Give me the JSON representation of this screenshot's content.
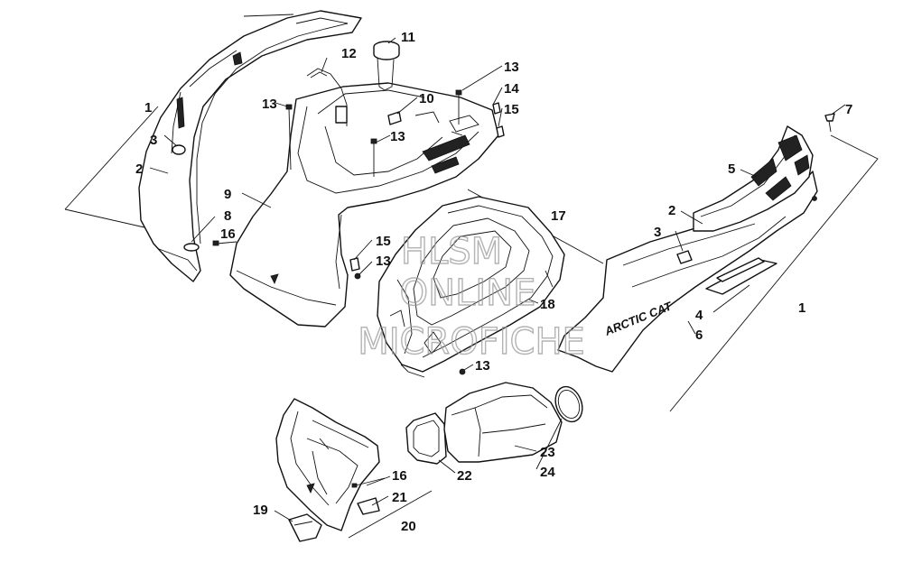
{
  "diagram": {
    "callouts": [
      {
        "id": "c1a",
        "text": "1"
      },
      {
        "id": "c2a",
        "text": "2"
      },
      {
        "id": "c3a",
        "text": "3"
      },
      {
        "id": "c8",
        "text": "8"
      },
      {
        "id": "c16a",
        "text": "16"
      },
      {
        "id": "c9",
        "text": "9"
      },
      {
        "id": "c13a",
        "text": "13"
      },
      {
        "id": "c12",
        "text": "12"
      },
      {
        "id": "c11",
        "text": "11"
      },
      {
        "id": "c10",
        "text": "10"
      },
      {
        "id": "c13b",
        "text": "13"
      },
      {
        "id": "c13c",
        "text": "13"
      },
      {
        "id": "c14",
        "text": "14"
      },
      {
        "id": "c15a",
        "text": "15"
      },
      {
        "id": "c17",
        "text": "17"
      },
      {
        "id": "c15b",
        "text": "15"
      },
      {
        "id": "c13d",
        "text": "13"
      },
      {
        "id": "c18",
        "text": "18"
      },
      {
        "id": "c13e",
        "text": "13"
      },
      {
        "id": "c7",
        "text": "7"
      },
      {
        "id": "c5",
        "text": "5"
      },
      {
        "id": "c2b",
        "text": "2"
      },
      {
        "id": "c3b",
        "text": "3"
      },
      {
        "id": "c1b",
        "text": "1"
      },
      {
        "id": "c4",
        "text": "4"
      },
      {
        "id": "c6",
        "text": "6"
      },
      {
        "id": "c23",
        "text": "23"
      },
      {
        "id": "c24",
        "text": "24"
      },
      {
        "id": "c22",
        "text": "22"
      },
      {
        "id": "c16b",
        "text": "16"
      },
      {
        "id": "c21",
        "text": "21"
      },
      {
        "id": "c19",
        "text": "19"
      },
      {
        "id": "c20",
        "text": "20"
      }
    ],
    "decal_text": "ARCTIC CAT",
    "watermark": {
      "line1": "HLSM",
      "line2": "ONLINE",
      "line3": "MICROFICHE"
    }
  }
}
